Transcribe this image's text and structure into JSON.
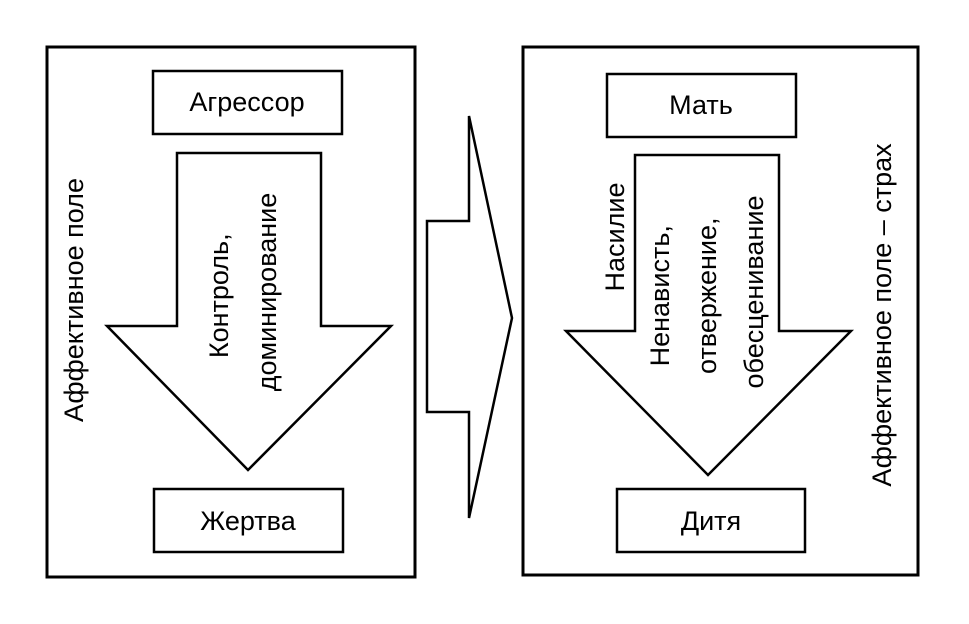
{
  "left_panel": {
    "top_box": "Агрессор",
    "bottom_box": "Жертва",
    "arrow_lines": [
      "Контроль,",
      "доминирование"
    ],
    "side_label": "Аффективное поле"
  },
  "right_panel": {
    "top_box": "Мать",
    "bottom_box": "Дитя",
    "arrow_lines": [
      "Насилие",
      "Ненависть,",
      "отвержение,",
      "обесценивание"
    ],
    "side_label": "Аффективное поле – страх"
  },
  "colors": {
    "stroke": "#000000",
    "background": "#ffffff"
  }
}
